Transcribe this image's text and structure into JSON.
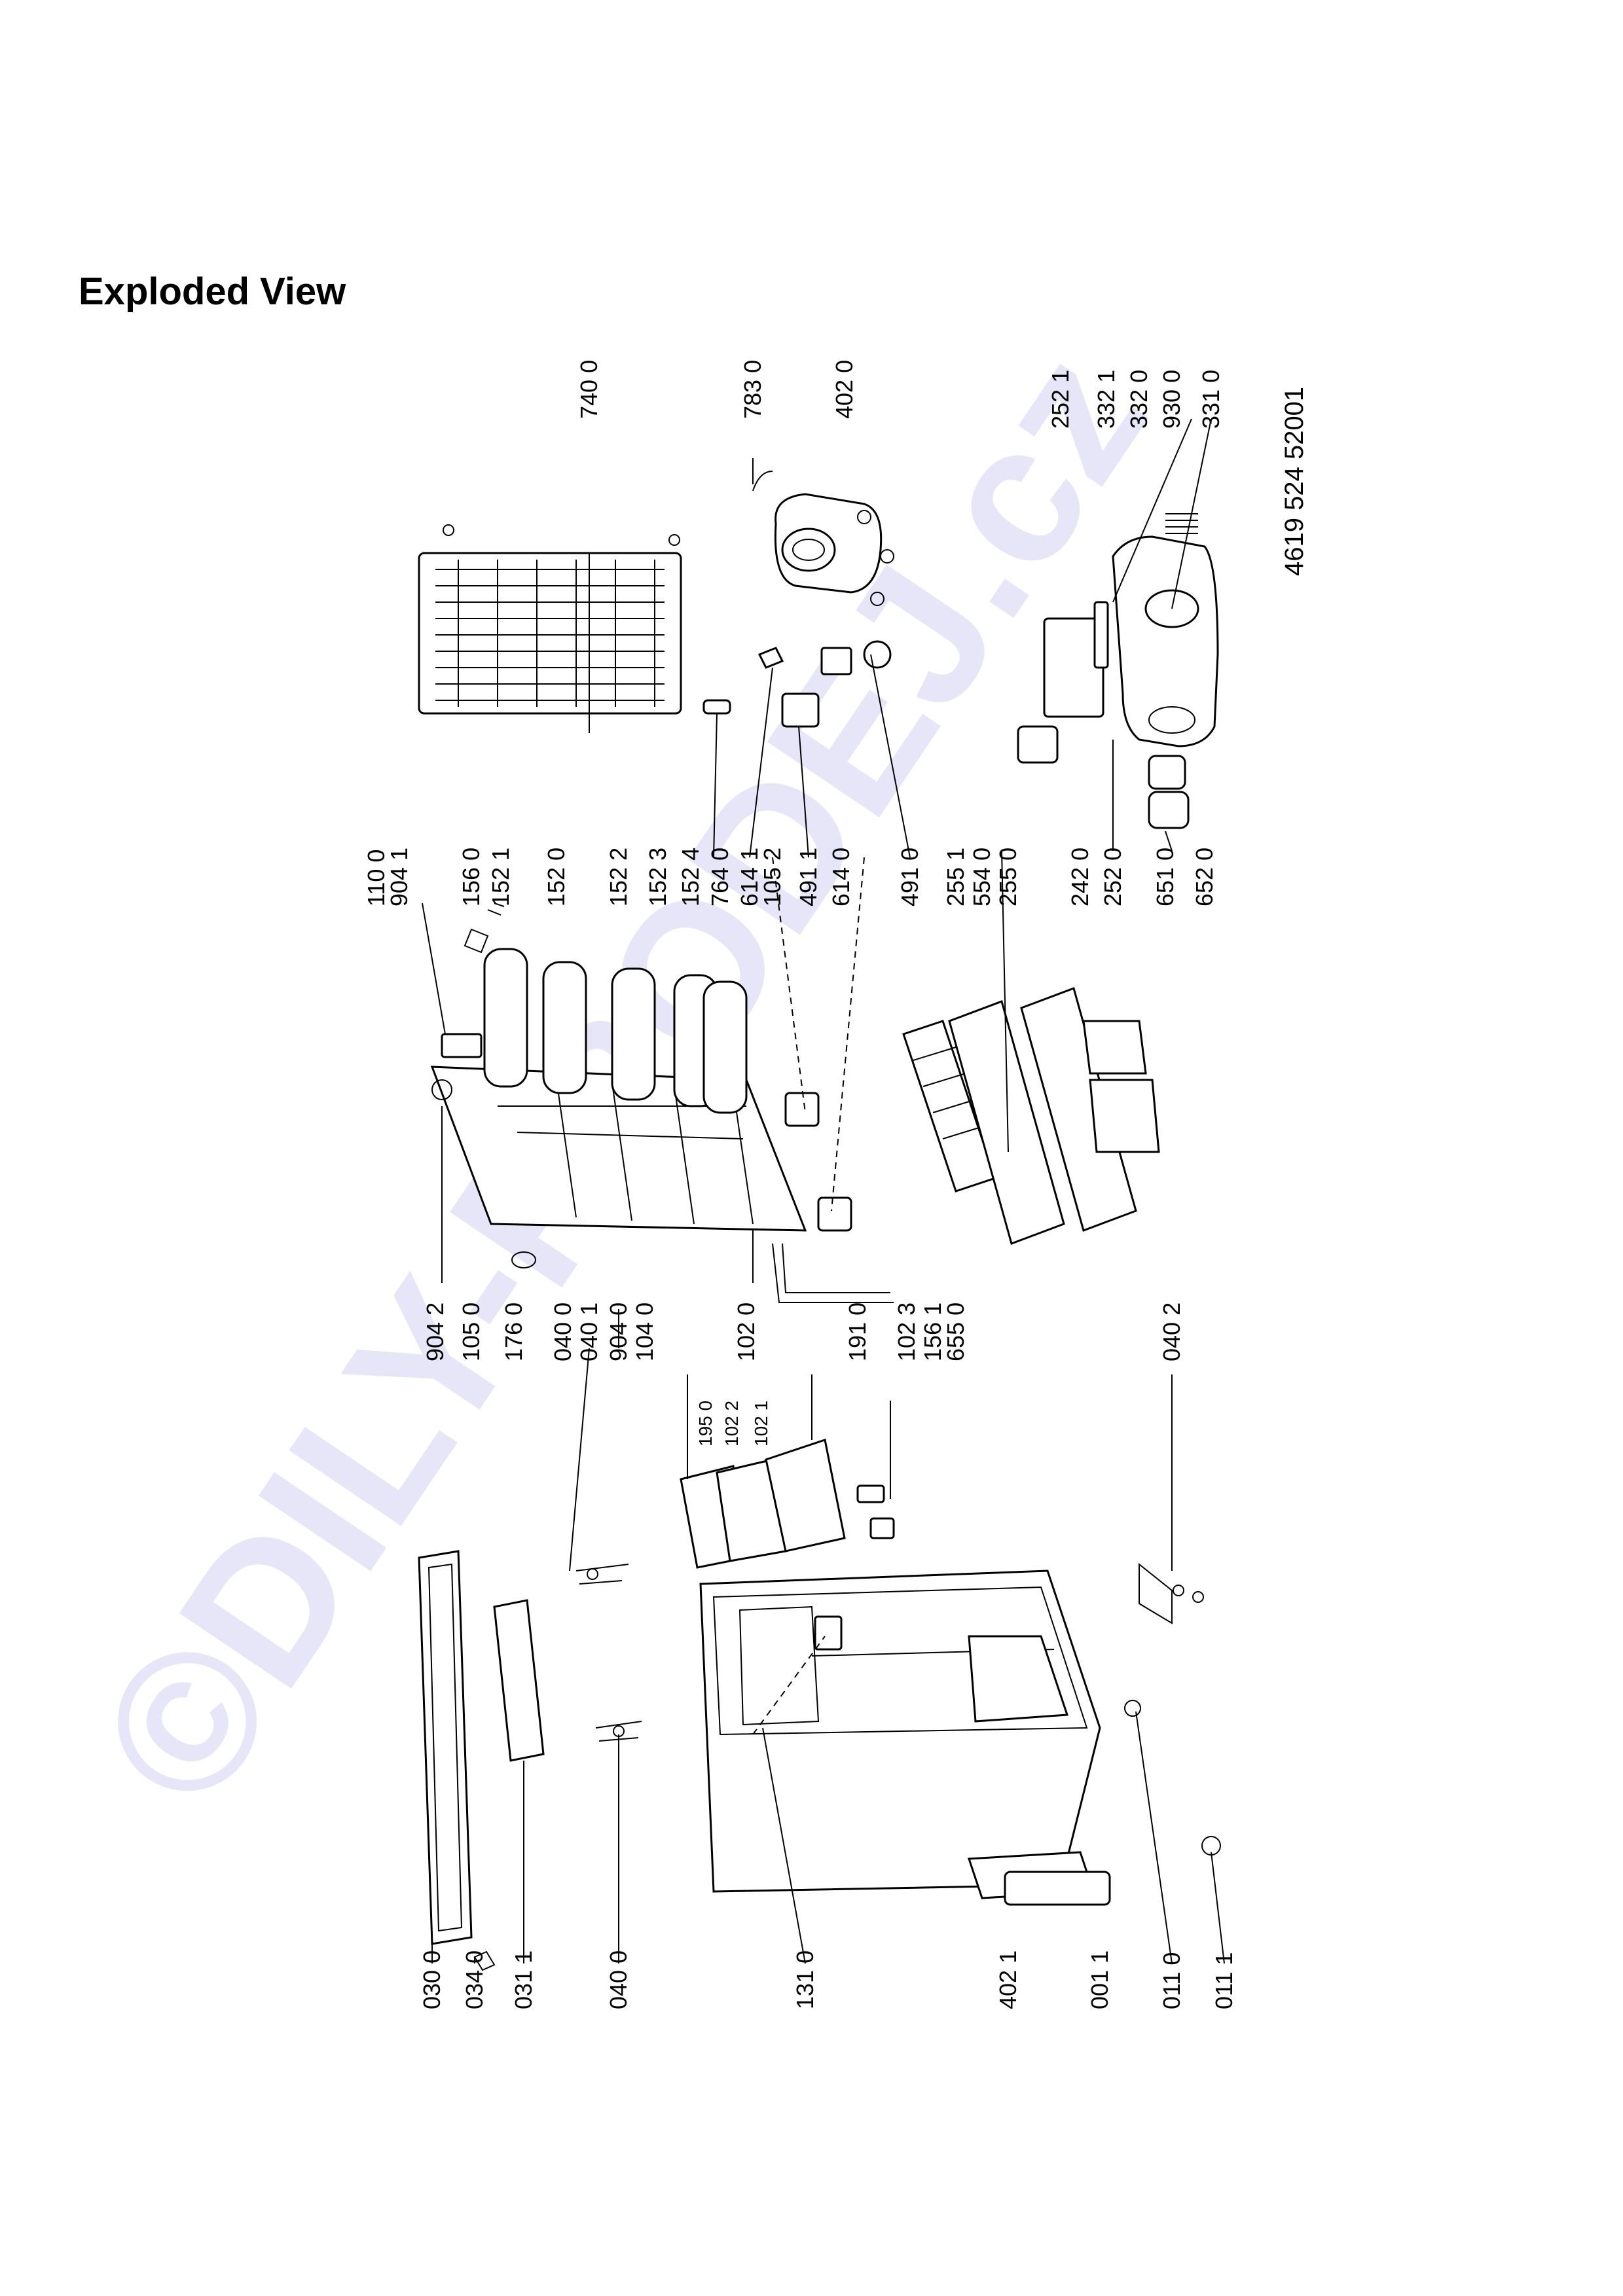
{
  "title": "Exploded View",
  "watermark": "©DILY-PRODEJ.cz",
  "document_number": "4619 524 52001",
  "labels": {
    "top_strip": [
      "110 0",
      "904 1",
      "156 0",
      "152 1",
      "152 0",
      "152 2",
      "152 3",
      "152 4",
      "764 0",
      "614 1",
      "105 2",
      "491 1",
      "614 0",
      "491 0",
      "255 1",
      "554 0",
      "255 0",
      "242 0",
      "252 0",
      "651 0",
      "652 0"
    ],
    "door_group": [
      "904 2",
      "105 0",
      "176 0",
      "040 0",
      "040 1",
      "904 0",
      "104 0",
      "102 0",
      "191 0",
      "102 3",
      "156 1",
      "655 0",
      "040 2"
    ],
    "small_group": [
      "195 0",
      "102 2",
      "102 1"
    ],
    "bottom_strip": [
      "030 0",
      "034 0",
      "031 1",
      "040 0",
      "131 0",
      "402 1",
      "001 1",
      "011 0",
      "011 1"
    ],
    "top_right": [
      "740 0",
      "783 0",
      "402 0"
    ],
    "far_right": [
      "252 1",
      "332 1",
      "332 0",
      "930 0",
      "331 0"
    ]
  }
}
